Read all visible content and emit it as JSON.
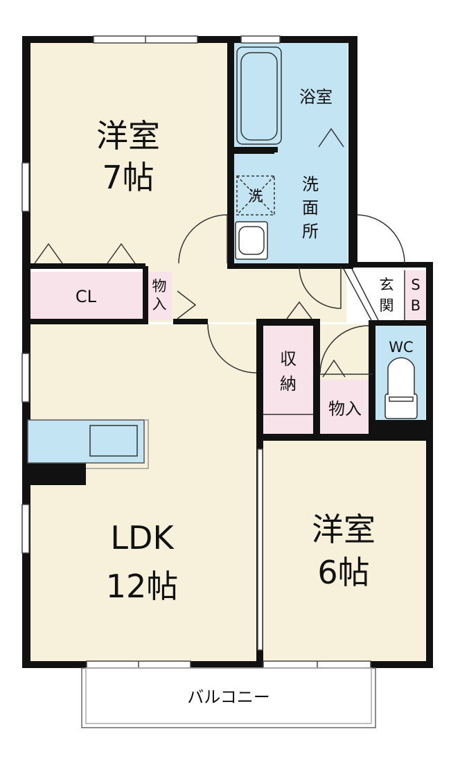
{
  "rooms": {
    "western_room_7": {
      "name": "洋室",
      "size": "7帖"
    },
    "bathroom": {
      "name": "浴室"
    },
    "washroom": {
      "name_line1": "洗",
      "name_line2": "面",
      "name_line3": "所"
    },
    "washer": {
      "name": "洗"
    },
    "closet": {
      "name": "CL"
    },
    "storage_small_top": {
      "line1": "物",
      "line2": "入"
    },
    "entrance": {
      "line1": "玄",
      "line2": "関"
    },
    "shoe_box": {
      "line1": "S",
      "line2": "B"
    },
    "toilet": {
      "name": "WC"
    },
    "storage_closet": {
      "line1": "収",
      "line2": "納"
    },
    "storage_small": {
      "name": "物入"
    },
    "ldk": {
      "name": "LDK",
      "size": "12帖"
    },
    "western_room_6": {
      "name": "洋室",
      "size": "6帖"
    },
    "balcony": {
      "name": "バルコニー"
    }
  },
  "colors": {
    "room_beige": "#f7f0da",
    "bath_blue": "#c3e4f3",
    "storage_pink": "#f9e3ea",
    "wall": "#111111"
  }
}
